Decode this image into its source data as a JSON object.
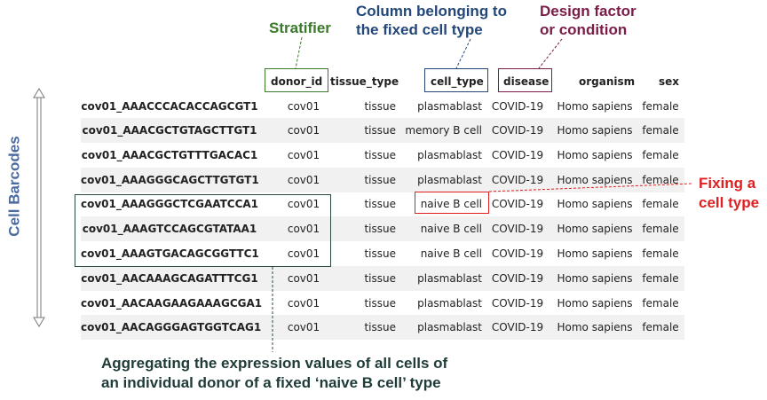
{
  "annotations": {
    "stratifier": "Stratifier",
    "column_line1": "Column belonging to",
    "column_line2": "the fixed cell type",
    "design_line1": "Design factor",
    "design_line2": "or condition",
    "fixing_line1": "Fixing a",
    "fixing_line2": "cell type",
    "cell_barcodes": "Cell Barcodes",
    "aggregating_line1": "Aggregating the expression values of all cells of",
    "aggregating_line2": "an individual donor of a fixed ‘naive B cell’ type"
  },
  "table": {
    "headers": {
      "donor_id": "donor_id",
      "tissue_type": "tissue_type",
      "cell_type": "cell_type",
      "disease": "disease",
      "organism": "organism",
      "sex": "sex"
    },
    "rows": [
      {
        "barcode": "cov01_AAACCCACACCAGCGT1",
        "donor_id": "cov01",
        "tissue_type": "tissue",
        "cell_type": "plasmablast",
        "disease": "COVID-19",
        "organism": "Homo sapiens",
        "sex": "female"
      },
      {
        "barcode": "cov01_AAACGCTGTAGCTTGT1",
        "donor_id": "cov01",
        "tissue_type": "tissue",
        "cell_type": "memory B cell",
        "disease": "COVID-19",
        "organism": "Homo sapiens",
        "sex": "female"
      },
      {
        "barcode": "cov01_AAACGCTGTTTGACAC1",
        "donor_id": "cov01",
        "tissue_type": "tissue",
        "cell_type": "plasmablast",
        "disease": "COVID-19",
        "organism": "Homo sapiens",
        "sex": "female"
      },
      {
        "barcode": "cov01_AAAGGGCAGCTTGTGT1",
        "donor_id": "cov01",
        "tissue_type": "tissue",
        "cell_type": "plasmablast",
        "disease": "COVID-19",
        "organism": "Homo sapiens",
        "sex": "female"
      },
      {
        "barcode": "cov01_AAAGGGCTCGAATCCA1",
        "donor_id": "cov01",
        "tissue_type": "tissue",
        "cell_type": "naive B cell",
        "disease": "COVID-19",
        "organism": "Homo sapiens",
        "sex": "female"
      },
      {
        "barcode": "cov01_AAAGTCCAGCGTATAA1",
        "donor_id": "cov01",
        "tissue_type": "tissue",
        "cell_type": "naive B cell",
        "disease": "COVID-19",
        "organism": "Homo sapiens",
        "sex": "female"
      },
      {
        "barcode": "cov01_AAAGTGACAGCGGTTC1",
        "donor_id": "cov01",
        "tissue_type": "tissue",
        "cell_type": "naive B cell",
        "disease": "COVID-19",
        "organism": "Homo sapiens",
        "sex": "female"
      },
      {
        "barcode": "cov01_AACAAAGCAGATTTCG1",
        "donor_id": "cov01",
        "tissue_type": "tissue",
        "cell_type": "plasmablast",
        "disease": "COVID-19",
        "organism": "Homo sapiens",
        "sex": "female"
      },
      {
        "barcode": "cov01_AACAAGAAGAAAGCGA1",
        "donor_id": "cov01",
        "tissue_type": "tissue",
        "cell_type": "plasmablast",
        "disease": "COVID-19",
        "organism": "Homo sapiens",
        "sex": "female"
      },
      {
        "barcode": "cov01_AACAGGGAGTGGTCAG1",
        "donor_id": "cov01",
        "tissue_type": "tissue",
        "cell_type": "plasmablast",
        "disease": "COVID-19",
        "organism": "Homo sapiens",
        "sex": "female"
      }
    ]
  },
  "colors": {
    "stratifier": "#3a7a2a",
    "column": "#24477a",
    "design": "#7a1c47",
    "fixing": "#e02020",
    "barcodes": "#4a6aa0",
    "aggregating": "#1f3b38"
  }
}
